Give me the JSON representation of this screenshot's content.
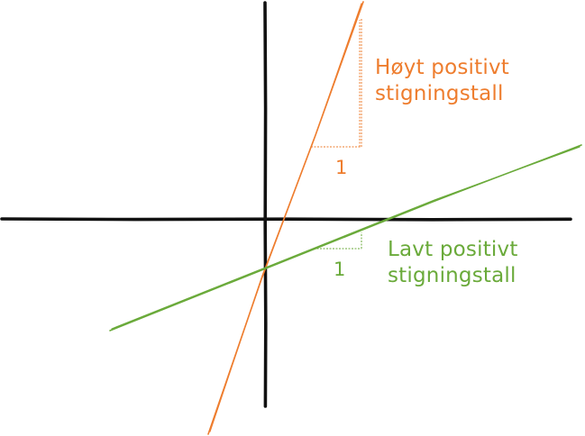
{
  "colors": {
    "axes": "#111111",
    "steep": "#ee7d2e",
    "shallow": "#6aaa3a"
  },
  "steep_line": {
    "label_line1": "Høyt positivt",
    "label_line2": "stigningstall",
    "run_label": "1"
  },
  "shallow_line": {
    "label_line1": "Lavt positivt",
    "label_line2": "stigningstall",
    "run_label": "1"
  }
}
